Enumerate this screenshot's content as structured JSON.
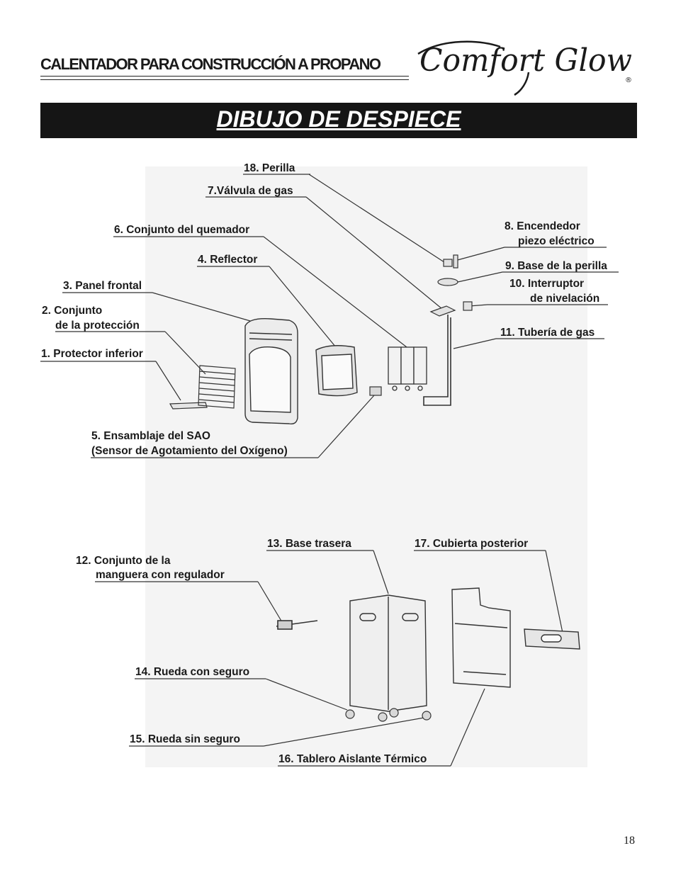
{
  "header": {
    "title": "CALENTADOR PARA CONSTRUCCIÓN A PROPANO",
    "brand": "Comfort Glow",
    "registered": "®"
  },
  "banner": {
    "title": "DIBUJO DE DESPIECE"
  },
  "parts": {
    "p18": "18. Perilla",
    "p7": "7.Válvula de gas",
    "p6": "6. Conjunto del quemador",
    "p4": "4. Reflector",
    "p3": "3. Panel frontal",
    "p2_line1": "2. Conjunto",
    "p2_line2": "de la protección",
    "p1": "1. Protector inferior",
    "p8_line1": "8. Encendedor",
    "p8_line2": "piezo eléctrico",
    "p9": "9. Base de la perilla",
    "p10_line1": "10. Interruptor",
    "p10_line2": "de nivelación",
    "p11": "11. Tubería de gas",
    "p5_line1": "5. Ensamblaje del SAO",
    "p5_line2": "(Sensor de Agotamiento del Oxígeno)",
    "p13": "13. Base trasera",
    "p17": "17. Cubierta posterior",
    "p12_line1": "12. Conjunto de la",
    "p12_line2": "manguera con regulador",
    "p14": "14. Rueda con seguro",
    "p15": "15. Rueda sin seguro",
    "p16": "16. Tablero Aislante Térmico"
  },
  "page_number": "18"
}
